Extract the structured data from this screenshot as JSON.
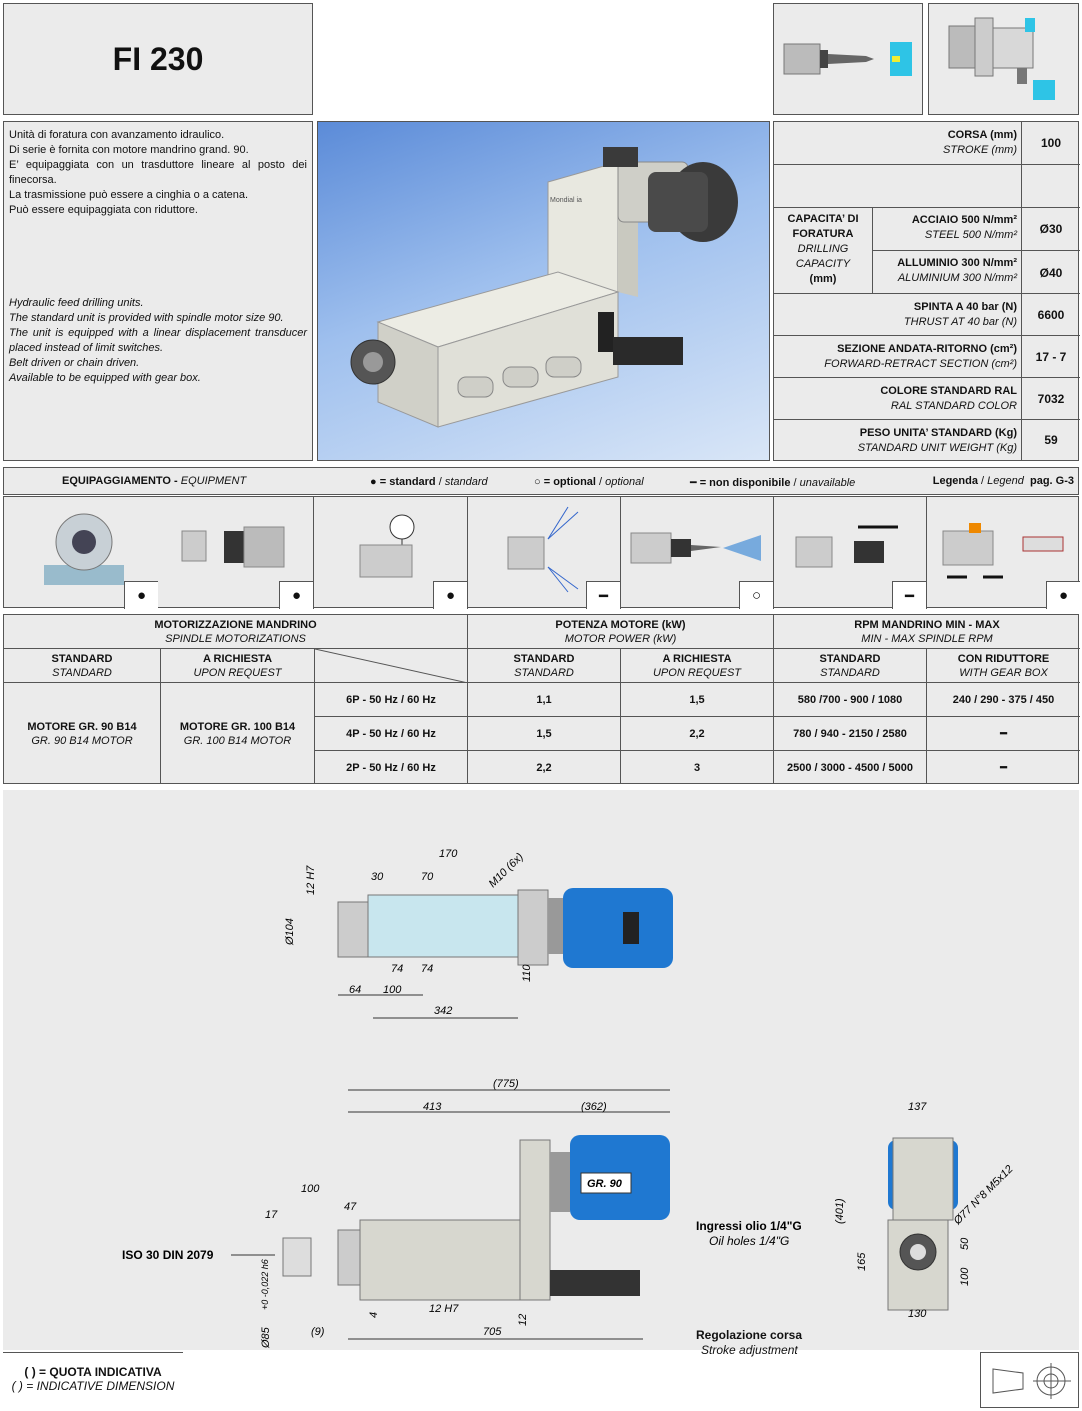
{
  "header": {
    "title": "FI 230"
  },
  "description": {
    "it": [
      "Unità di foratura con avanzamento idraulico.",
      "Di serie è fornita con motore mandrino grand. 90.",
      "E’ equipaggiata con un trasduttore lineare al posto dei finecorsa.",
      "La trasmissione può essere a cinghia o a catena.",
      "Può essere equipaggiata con riduttore."
    ],
    "en": [
      "Hydraulic feed drilling units.",
      "The standard unit is provided with spindle motor size 90.",
      "The unit is equipped with a linear displacement transducer placed instead of limit switches.",
      "Belt driven or chain driven.",
      "Available to be equipped with gear box."
    ]
  },
  "photo": {
    "label": "Mondial ia"
  },
  "specs": {
    "stroke": {
      "it": "CORSA (mm)",
      "en": "STROKE (mm)",
      "value": "100"
    },
    "capacity": {
      "it1": "CAPACITA’ DI",
      "it2": "FORATURA",
      "en1": "DRILLING",
      "en2": "CAPACITY",
      "unit": "(mm)"
    },
    "steel": {
      "it": "ACCIAIO 500 N/mm²",
      "en": "STEEL 500 N/mm²",
      "value": "Ø30"
    },
    "aluminium": {
      "it": "ALLUMINIO 300 N/mm²",
      "en": "ALUMINIUM 300 N/mm²",
      "value": "Ø40"
    },
    "thrust": {
      "it": "SPINTA A 40 bar (N)",
      "en": "THRUST AT 40 bar (N)",
      "value": "6600"
    },
    "section": {
      "it": "SEZIONE ANDATA-RITORNO (cm²)",
      "en": "FORWARD-RETRACT SECTION (cm²)",
      "value": "17 - 7"
    },
    "color": {
      "it": "COLORE STANDARD RAL",
      "en": "RAL STANDARD COLOR",
      "value": "7032"
    },
    "weight": {
      "it": "PESO UNITA’ STANDARD (Kg)",
      "en": "STANDARD UNIT WEIGHT (Kg)",
      "value": "59"
    }
  },
  "equipment": {
    "title_it": "EQUIPAGGIAMENTO - ",
    "title_en": "EQUIPMENT",
    "legend_standard_sym": "●",
    "legend_standard_it": "= standard",
    "legend_standard_en": "standard",
    "legend_optional_sym": "○",
    "legend_optional_it": "= optional",
    "legend_optional_en": "optional",
    "legend_na_sym": "━",
    "legend_na_it": "= non disponibile",
    "legend_na_en": "unavailable",
    "legenda_it": "Legenda",
    "legenda_en": "Legend",
    "page_ref": "pag. G-3",
    "symbols": [
      "●",
      "●",
      "●",
      "━",
      "○",
      "━",
      "●"
    ]
  },
  "motor_table": {
    "h_motor_it": "MOTORIZZAZIONE MANDRINO",
    "h_motor_en": "SPINDLE MOTORIZATIONS",
    "h_power_it": "POTENZA MOTORE (kW)",
    "h_power_en": "MOTOR POWER (kW)",
    "h_rpm_it": "RPM MANDRINO MIN - MAX",
    "h_rpm_en": "MIN - MAX SPINDLE RPM",
    "standard_it": "STANDARD",
    "standard_en": "STANDARD",
    "request_it": "A RICHIESTA",
    "request_en": "UPON REQUEST",
    "gearbox_it": "CON RIDUTTORE",
    "gearbox_en": "WITH GEAR BOX",
    "std_motor_it": "MOTORE  GR. 90  B14",
    "std_motor_en": "GR. 90  B14  MOTOR",
    "req_motor_it": "MOTORE  GR. 100  B14",
    "req_motor_en": "GR. 100  B14  MOTOR",
    "rows": [
      {
        "poles": "6P - 50 Hz / 60 Hz",
        "p_std": "1,1",
        "p_req": "1,5",
        "rpm_std": "580 /700 - 900 / 1080",
        "rpm_gear": "240 / 290 - 375 / 450"
      },
      {
        "poles": "4P - 50 Hz / 60 Hz",
        "p_std": "1,5",
        "p_req": "2,2",
        "rpm_std": "780 / 940 - 2150 / 2580",
        "rpm_gear": "━"
      },
      {
        "poles": "2P - 50 Hz / 60 Hz",
        "p_std": "2,2",
        "p_req": "3",
        "rpm_std": "2500 / 3000 - 4500 / 5000",
        "rpm_gear": "━"
      }
    ]
  },
  "drawing": {
    "top": {
      "d170": "170",
      "d30": "30",
      "d70": "70",
      "m10": "M10 (6x)",
      "h12": "12 H7",
      "d104": "Ø104",
      "d74a": "74",
      "d74b": "74",
      "d110": "110",
      "d64": "64",
      "d100": "100",
      "d342": "342"
    },
    "side": {
      "d775": "(775)",
      "d413": "413",
      "d362": "(362)",
      "d100": "100",
      "d17": "17",
      "d47": "47",
      "iso": "ISO 30 DIN 2079",
      "gr90": "GR. 90",
      "oil_it": "Ingressi olio 1/4\"G",
      "oil_en": "Oil holes 1/4\"G",
      "d4": "4",
      "d12h7": "12 H7",
      "d12": "12",
      "d85": "Ø85",
      "tol": "+0 -0,022 h6",
      "d9": "(9)",
      "d705": "705",
      "stroke_it": "Regolazione corsa",
      "stroke_en": "Stroke adjustment"
    },
    "front": {
      "d137": "137",
      "d401": "(401)",
      "d77": "Ø77 N°8 M5x12",
      "d165": "165",
      "d50": "50",
      "d100": "100",
      "d130": "130"
    }
  },
  "footer": {
    "note_it": "( ) = QUOTA INDICATIVA",
    "note_en": "( ) = INDICATIVE DIMENSION"
  }
}
